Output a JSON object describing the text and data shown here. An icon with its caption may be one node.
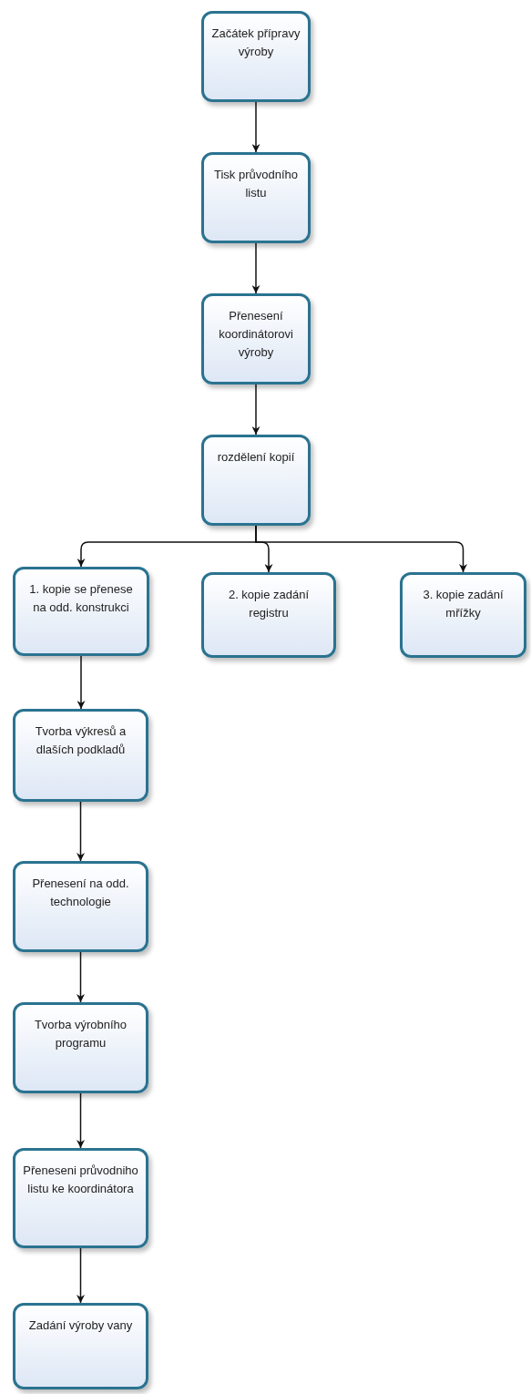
{
  "diagram": {
    "nodes": [
      {
        "text": [
          "Začátek přípravy výroby"
        ]
      },
      {
        "text": [
          "Tisk průvodního listu"
        ]
      },
      {
        "text": [
          "Přenesení koordinátorovi výroby"
        ]
      },
      {
        "text": [
          "rozdělení kopií"
        ]
      },
      {
        "text": [
          "1. kopie se přenese na odd. konstrukci"
        ]
      },
      {
        "text": [
          "2. kopie zadání registru"
        ]
      },
      {
        "text": [
          "3. kopie zadání mřížky"
        ]
      },
      {
        "text": [
          "Tvorba výkresů a dlaších podkladů"
        ]
      },
      {
        "text": [
          "Přenesení na odd. technologie"
        ]
      },
      {
        "text": [
          "Tvorba výrobního programu"
        ]
      },
      {
        "text": [
          "Přeneseni průvodniho listu ke koordinátora"
        ]
      },
      {
        "text": [
          "Zadání výroby vany"
        ]
      }
    ],
    "edges": [
      {
        "from": 0,
        "to": 1,
        "arrow": "to"
      },
      {
        "from": 1,
        "to": 2,
        "arrow": "to"
      },
      {
        "from": 2,
        "to": 3,
        "arrow": "to"
      },
      {
        "from": 3,
        "to": 4,
        "arrow": "to"
      },
      {
        "from": 3,
        "to": 5,
        "arrow": "to"
      },
      {
        "from": 3,
        "to": 6,
        "arrow": "to"
      },
      {
        "from": 4,
        "to": 7,
        "arrow": "to"
      },
      {
        "from": 7,
        "to": 8,
        "arrow": "to"
      },
      {
        "from": 8,
        "to": 9,
        "arrow": "to"
      },
      {
        "from": 9,
        "to": 10,
        "arrow": "to"
      },
      {
        "from": 10,
        "to": 11,
        "arrow": "to"
      }
    ]
  }
}
